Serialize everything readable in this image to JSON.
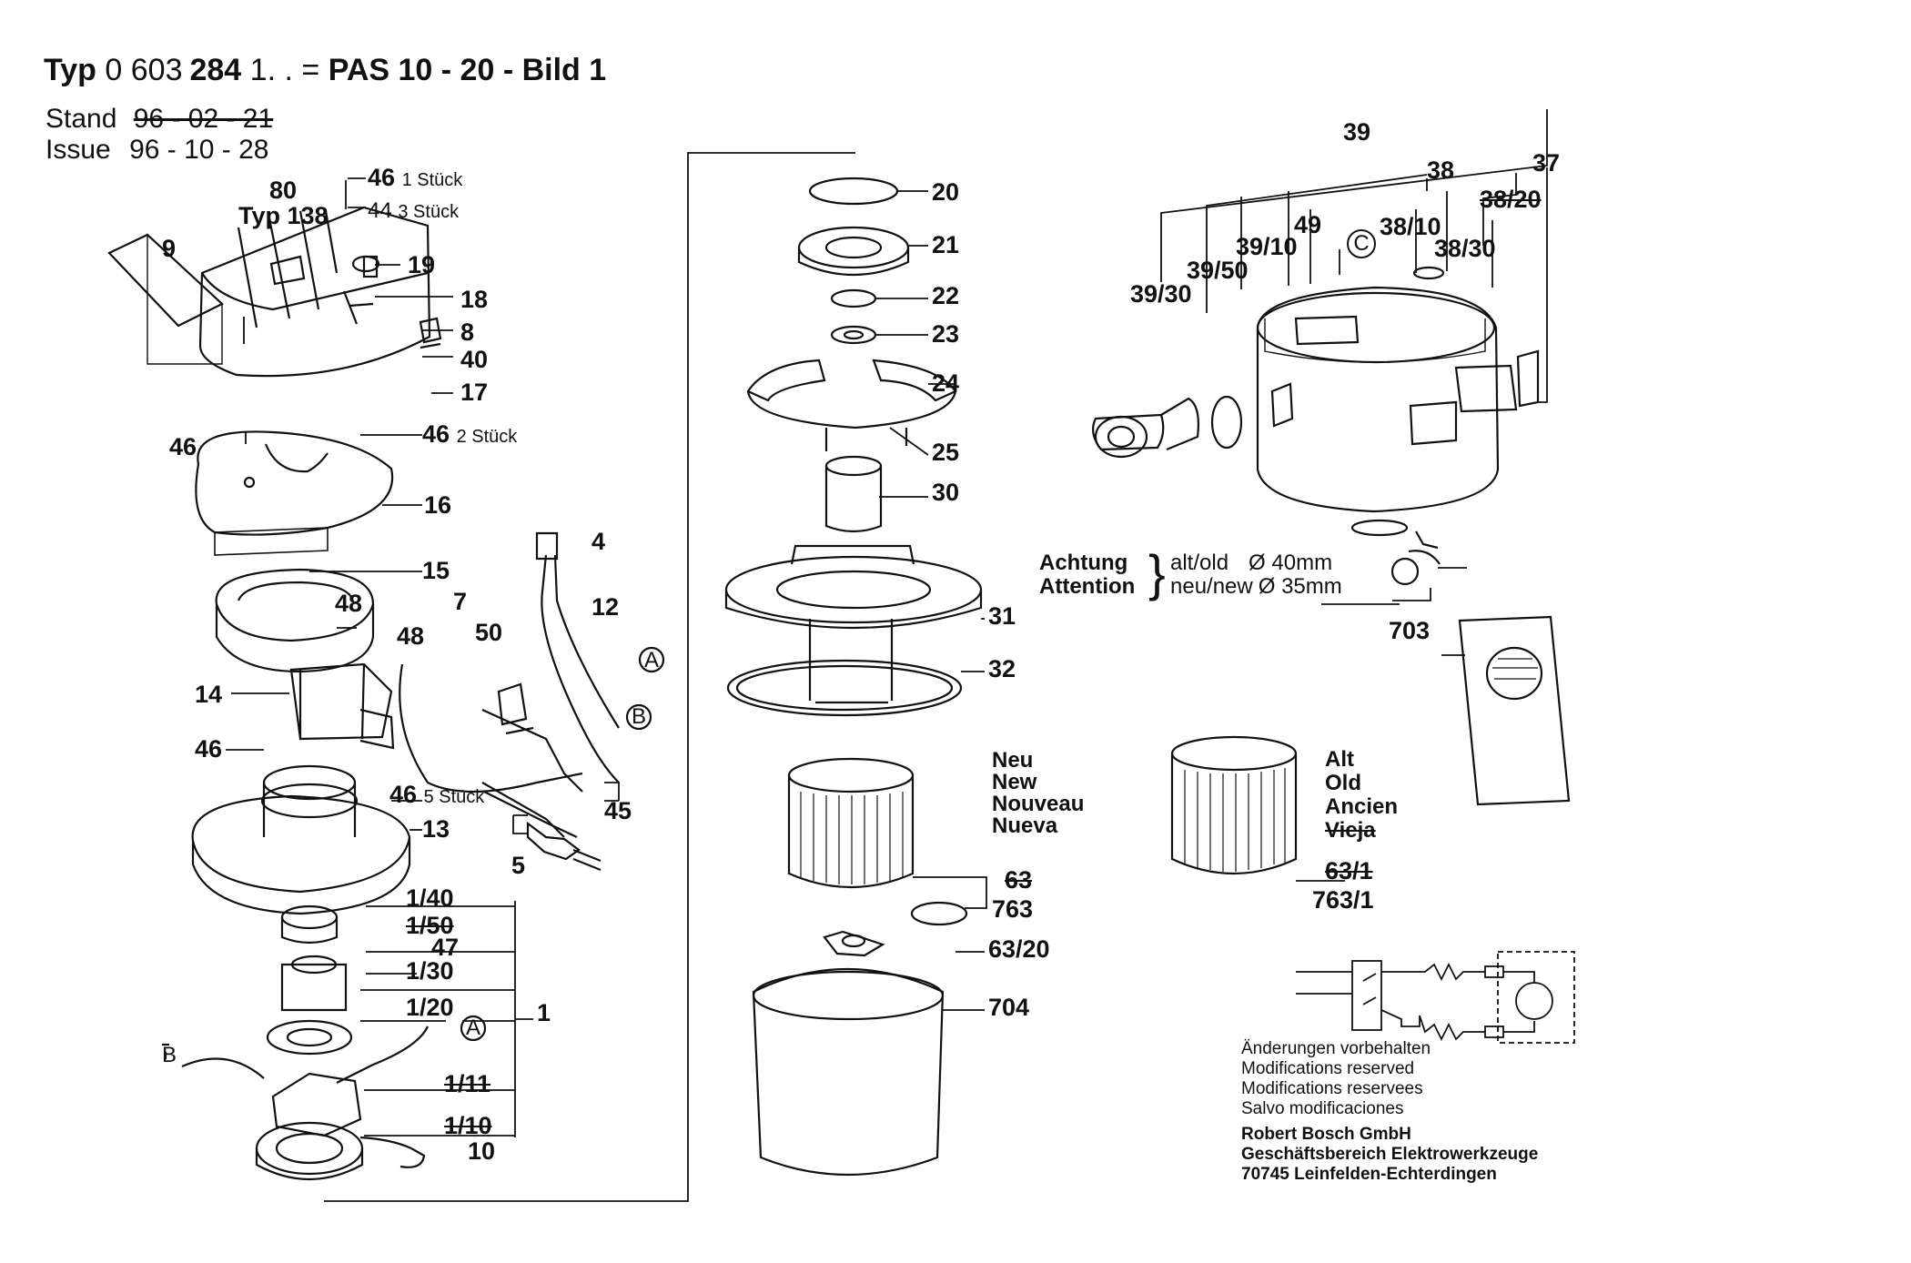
{
  "header": {
    "title_prefix": "Typ",
    "title_code_a": "0 603",
    "title_code_b": "284",
    "title_code_c": "1. . =",
    "title_model": "PAS 10 - 20 - Bild 1",
    "stand_label": "Stand",
    "stand_value": "96 - 02 - 21",
    "issue_label": "Issue",
    "issue_value": "96 - 10 - 28"
  },
  "left_group": {
    "labels": [
      {
        "id": "p46a",
        "text": "46",
        "note": "1 Stück"
      },
      {
        "id": "p80",
        "text": "80"
      },
      {
        "id": "typ138",
        "text": "Typ 138"
      },
      {
        "id": "p44",
        "text": "44",
        "note": "3 Stück"
      },
      {
        "id": "p9",
        "text": "9"
      },
      {
        "id": "p19",
        "text": "19"
      },
      {
        "id": "p18",
        "text": "18"
      },
      {
        "id": "p8",
        "text": "8"
      },
      {
        "id": "p40",
        "text": "40"
      },
      {
        "id": "p17",
        "text": "17"
      },
      {
        "id": "p46b",
        "text": "46"
      },
      {
        "id": "p46c",
        "text": "46",
        "note": "2 Stück"
      },
      {
        "id": "p16",
        "text": "16"
      },
      {
        "id": "p15",
        "text": "15"
      },
      {
        "id": "p48a",
        "text": "48"
      },
      {
        "id": "p4",
        "text": "4"
      },
      {
        "id": "p7",
        "text": "7"
      },
      {
        "id": "p48b",
        "text": "48"
      },
      {
        "id": "p50",
        "text": "50"
      },
      {
        "id": "p12",
        "text": "12"
      },
      {
        "id": "p14",
        "text": "14"
      },
      {
        "id": "p46d",
        "text": "46"
      },
      {
        "id": "p46e",
        "text": "46",
        "note": "5 Stück"
      },
      {
        "id": "p45",
        "text": "45"
      },
      {
        "id": "p13",
        "text": "13"
      },
      {
        "id": "p5",
        "text": "5"
      },
      {
        "id": "p1_40",
        "text": "1/40"
      },
      {
        "id": "p1_50",
        "text": "1/50"
      },
      {
        "id": "p47",
        "text": "47"
      },
      {
        "id": "p1_30",
        "text": "1/30"
      },
      {
        "id": "p1_20",
        "text": "1/20"
      },
      {
        "id": "p1",
        "text": "1"
      },
      {
        "id": "p1_11",
        "text": "1/11"
      },
      {
        "id": "p1_10",
        "text": "1/10"
      },
      {
        "id": "p10",
        "text": "10"
      }
    ],
    "connector_a": "A",
    "connector_b": "B"
  },
  "center_group": {
    "labels": [
      {
        "id": "p20",
        "text": "20"
      },
      {
        "id": "p21",
        "text": "21"
      },
      {
        "id": "p22",
        "text": "22"
      },
      {
        "id": "p23",
        "text": "23"
      },
      {
        "id": "p24",
        "text": "24"
      },
      {
        "id": "p25",
        "text": "25"
      },
      {
        "id": "p30",
        "text": "30"
      },
      {
        "id": "p31",
        "text": "31"
      },
      {
        "id": "p32",
        "text": "32"
      },
      {
        "id": "p63",
        "text": "63"
      },
      {
        "id": "p763",
        "text": "763"
      },
      {
        "id": "p63_20",
        "text": "63/20"
      },
      {
        "id": "p704",
        "text": "704"
      }
    ],
    "new_label": [
      "Neu",
      "New",
      "Nouveau",
      "Nueva"
    ]
  },
  "right_group": {
    "labels": [
      {
        "id": "p39",
        "text": "39"
      },
      {
        "id": "p38",
        "text": "38"
      },
      {
        "id": "p37",
        "text": "37"
      },
      {
        "id": "p38_20",
        "text": "38/20"
      },
      {
        "id": "p49",
        "text": "49"
      },
      {
        "id": "p38_10",
        "text": "38/10"
      },
      {
        "id": "p39_10",
        "text": "39/10"
      },
      {
        "id": "p38_30",
        "text": "38/30"
      },
      {
        "id": "p39_50",
        "text": "39/50"
      },
      {
        "id": "p39_30",
        "text": "39/30"
      },
      {
        "id": "p703",
        "text": "703"
      },
      {
        "id": "p63_1",
        "text": "63/1"
      },
      {
        "id": "p763_1",
        "text": "763/1"
      }
    ],
    "connector_c": "C",
    "attention": {
      "de": "Achtung",
      "en": "Attention",
      "old": "alt/old",
      "old_size": "Ø 40mm",
      "new": "neu/new",
      "new_size": "Ø 35mm"
    },
    "old_label": [
      "Alt",
      "Old",
      "Ancien",
      "Vieja"
    ]
  },
  "footer": {
    "notes": [
      "Änderungen vorbehalten",
      "Modifications reserved",
      "Modifications reservees",
      "Salvo modificaciones"
    ],
    "company": [
      "Robert Bosch GmbH",
      "Geschäftsbereich Elektrowerkzeuge",
      "70745 Leinfelden-Echterdingen"
    ]
  }
}
